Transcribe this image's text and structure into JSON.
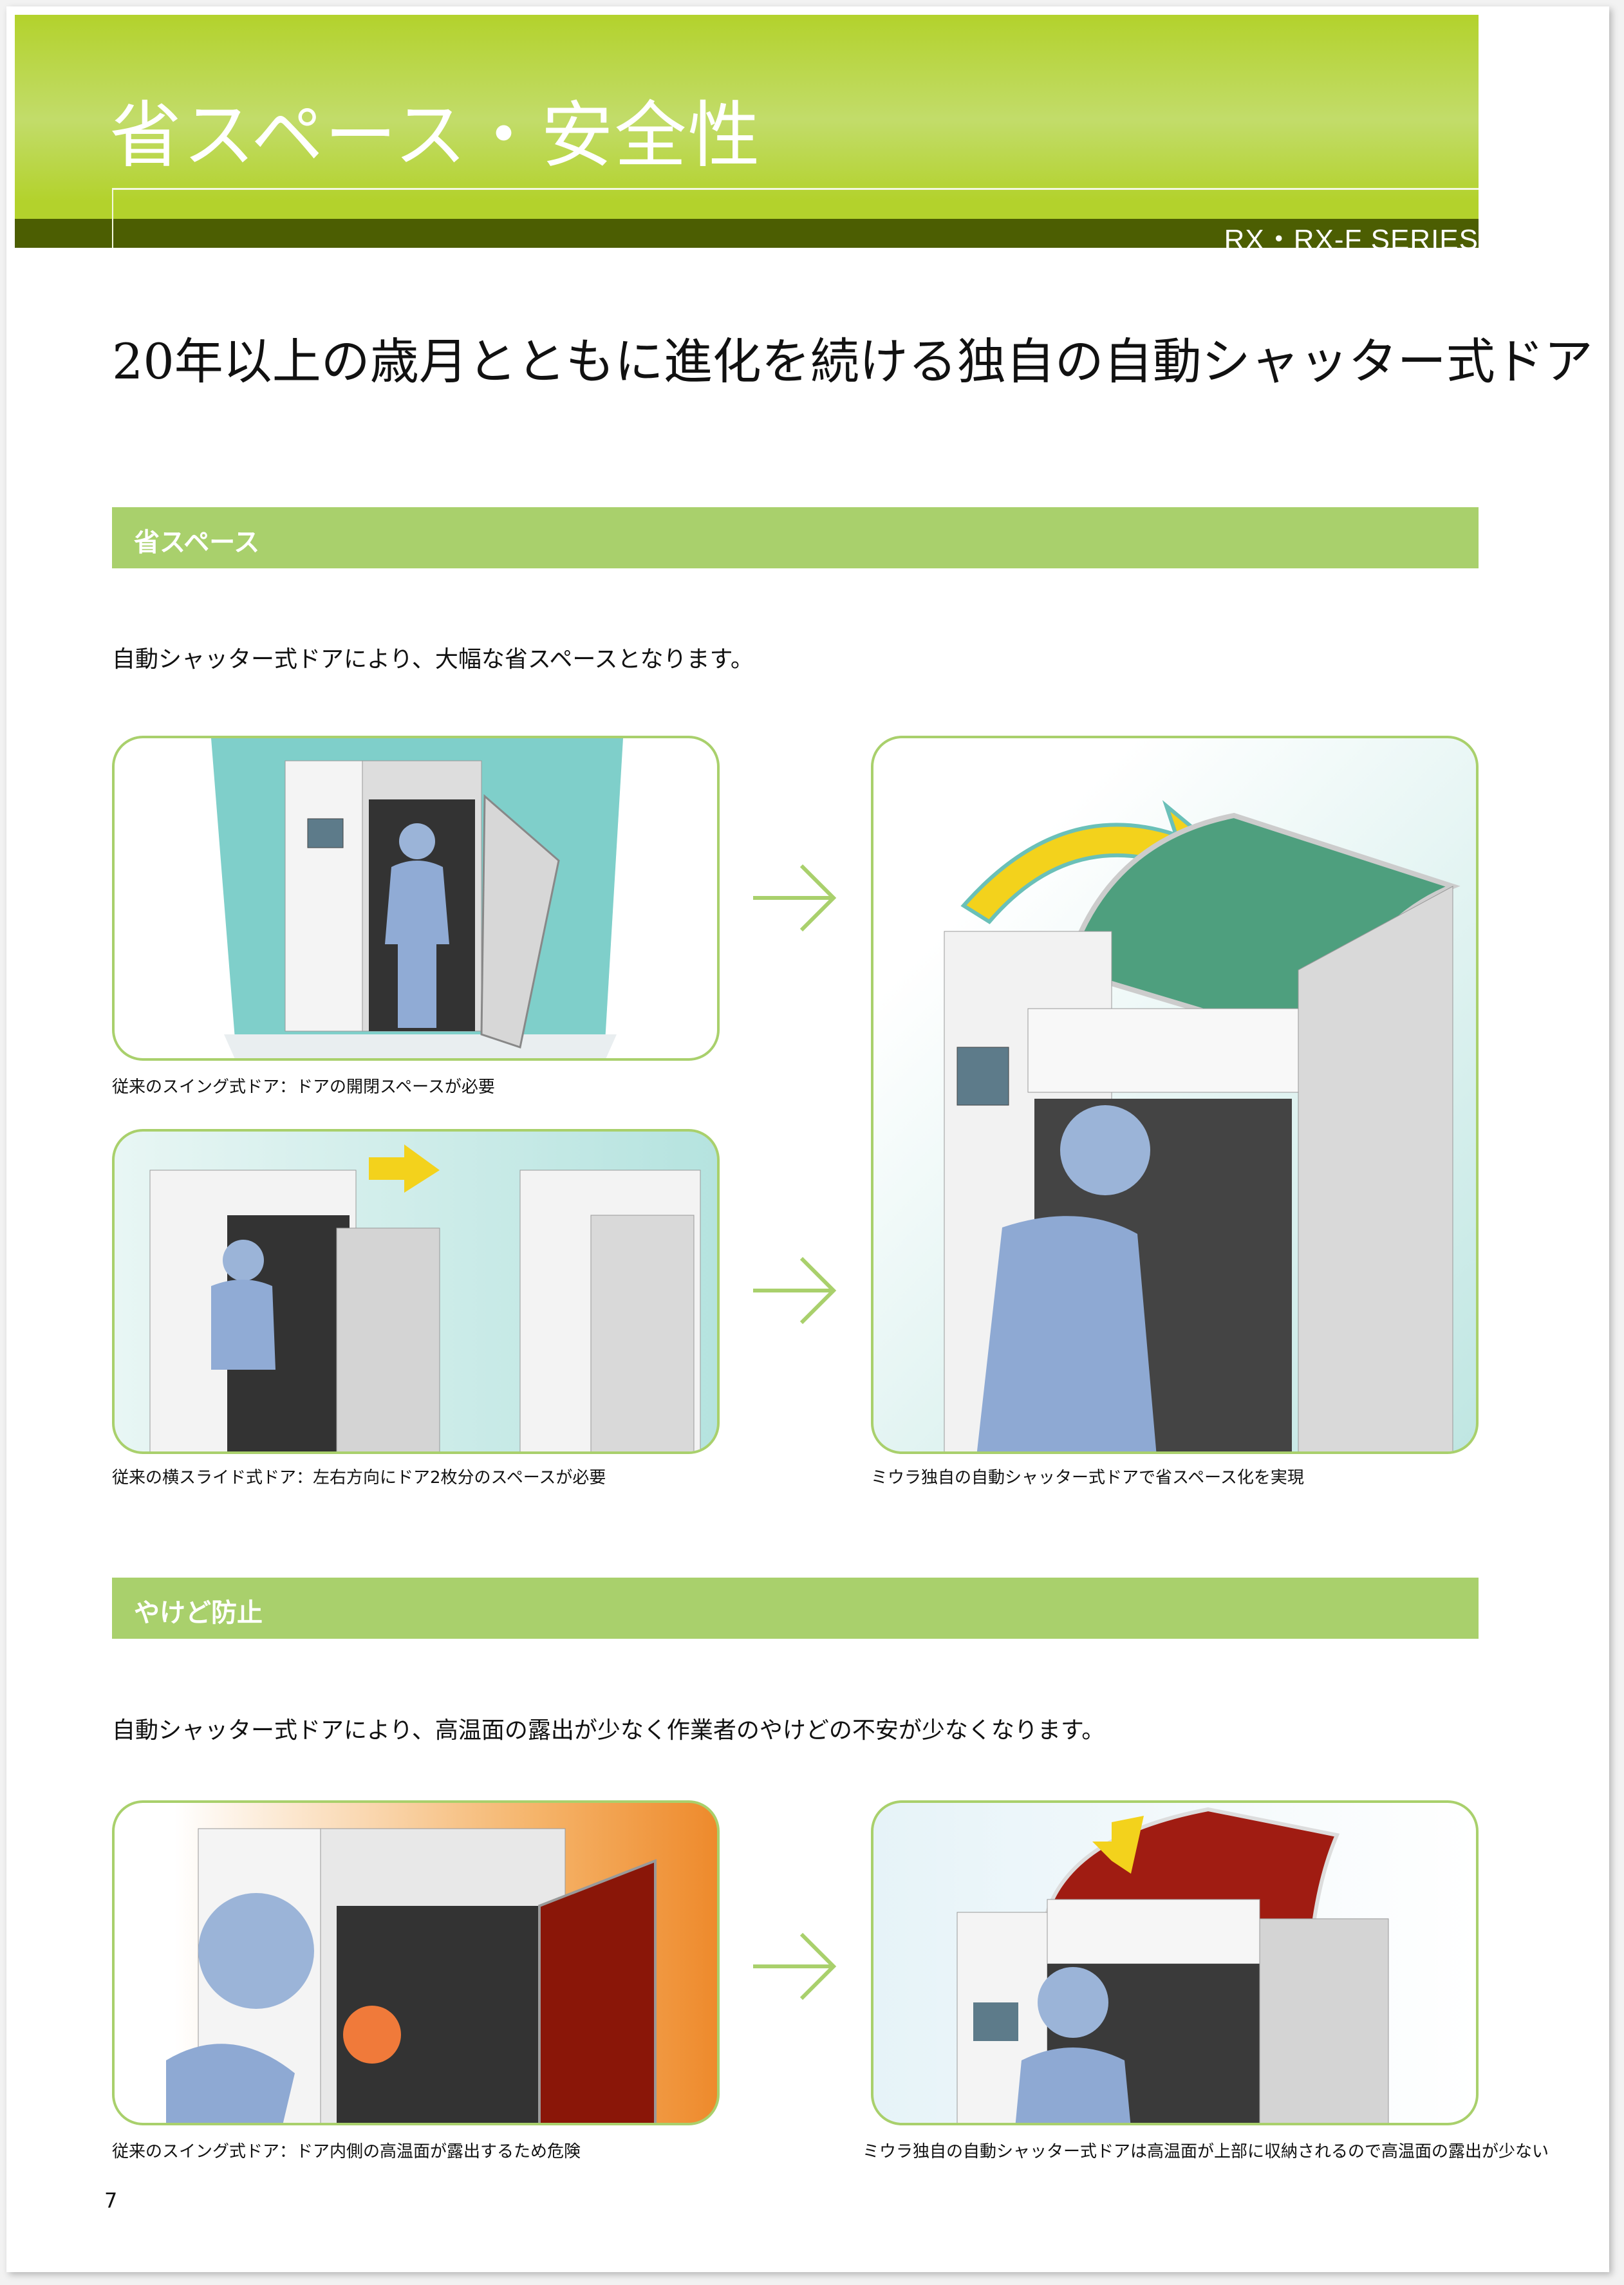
{
  "header": {
    "title": "省スペース・安全性",
    "series": "RX・RX-F SERIES"
  },
  "headline": "20年以上の歳月とともに進化を続ける独自の自動シャッター式ドア",
  "sections": [
    {
      "heading": "省スペース",
      "lead": "自動シャッター式ドアにより、大幅な省スペースとなります。",
      "captions": {
        "swing": "従来のスイング式ドア：ドアの開閉スペースが必要",
        "slide": "従来の横スライド式ドア：左右方向にドア2枚分のスペースが必要",
        "shutter": "ミウラ独自の自動シャッター式ドアで省スペース化を実現"
      }
    },
    {
      "heading": "やけど防止",
      "lead": "自動シャッター式ドアにより、高温面の露出が少なく作業者のやけどの不安が少なくなります。",
      "captions": {
        "swing": "従来のスイング式ドア：ドア内側の高温面が露出するため危険",
        "shutter": "ミウラ独自の自動シャッター式ドアは高温面が上部に収納されるので高温面の露出が少ない"
      }
    }
  ],
  "page_number": "7",
  "colors": {
    "accent": "#a9d06c",
    "header_dark": "#4c5e02",
    "header_light": "#b3d22c",
    "teal": "#7fcfca",
    "yellow": "#f3d21c",
    "hot": "#e8782a"
  }
}
